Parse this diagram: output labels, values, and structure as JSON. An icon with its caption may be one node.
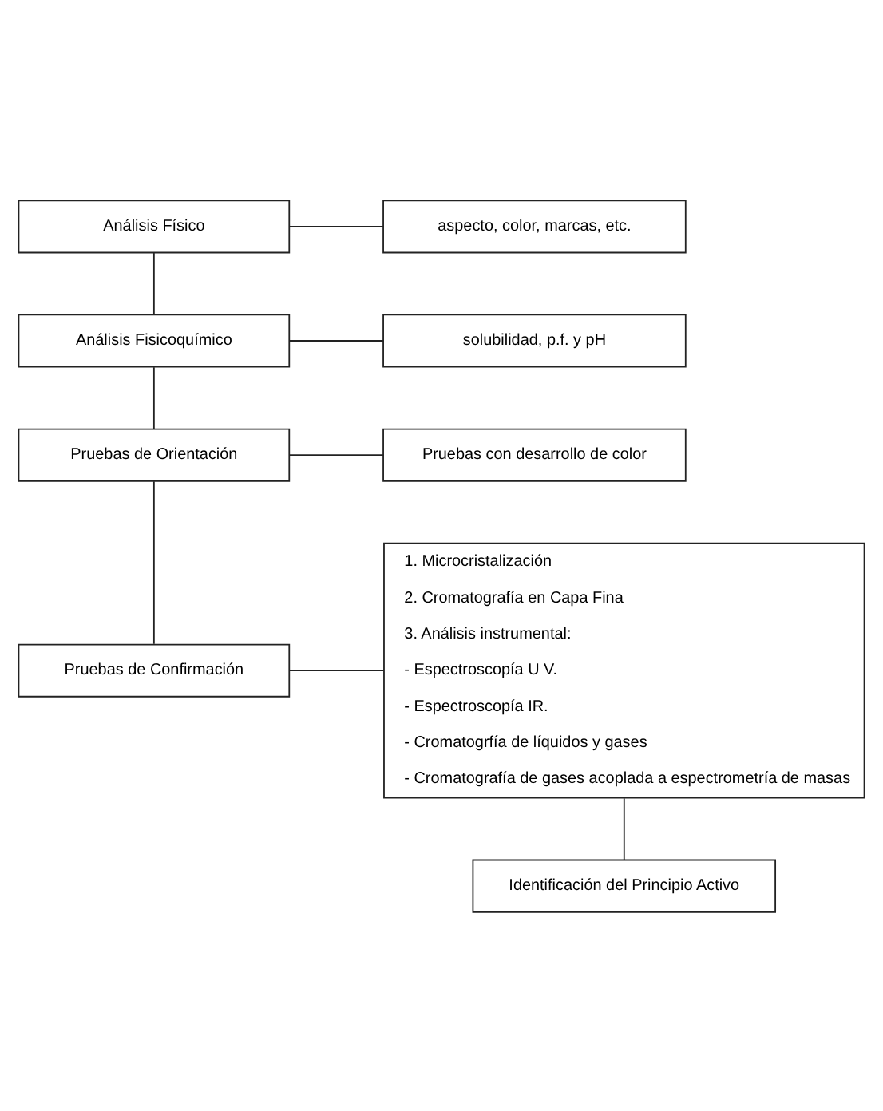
{
  "diagram": {
    "nodes": [
      {
        "text": [
          "Análisis Físico"
        ]
      },
      {
        "text": [
          "aspecto, color, marcas, etc."
        ]
      },
      {
        "text": [
          "Análisis Fisicoquímico"
        ]
      },
      {
        "text": [
          "solubilidad, p.f. y pH"
        ]
      },
      {
        "text": [
          "Pruebas de Orientación"
        ]
      },
      {
        "text": [
          "Pruebas con desarrollo de color"
        ]
      },
      {
        "text": [
          "Pruebas de Confirmación"
        ]
      },
      {
        "text": [
          "1. Microcristalización",
          "2. Cromatografía en Capa Fina",
          "3. Análisis instrumental:",
          "- Espectroscopía U V.",
          "- Espectroscopía IR.",
          "- Cromatogrfía de líquidos y gases",
          "- Cromatografía de gases acoplada a espectrometría de masas"
        ]
      },
      {
        "text": [
          "Identificación del Principio Activo"
        ]
      }
    ],
    "edges": [
      {
        "from": 0,
        "to": 1,
        "arrow": "none"
      },
      {
        "from": 0,
        "to": 2,
        "arrow": "none"
      },
      {
        "from": 2,
        "to": 3,
        "arrow": "none"
      },
      {
        "from": 2,
        "to": 4,
        "arrow": "none"
      },
      {
        "from": 4,
        "to": 5,
        "arrow": "none"
      },
      {
        "from": 4,
        "to": 6,
        "arrow": "none"
      },
      {
        "from": 6,
        "to": 7,
        "arrow": "none"
      },
      {
        "from": 7,
        "to": 8,
        "arrow": "none"
      }
    ]
  }
}
